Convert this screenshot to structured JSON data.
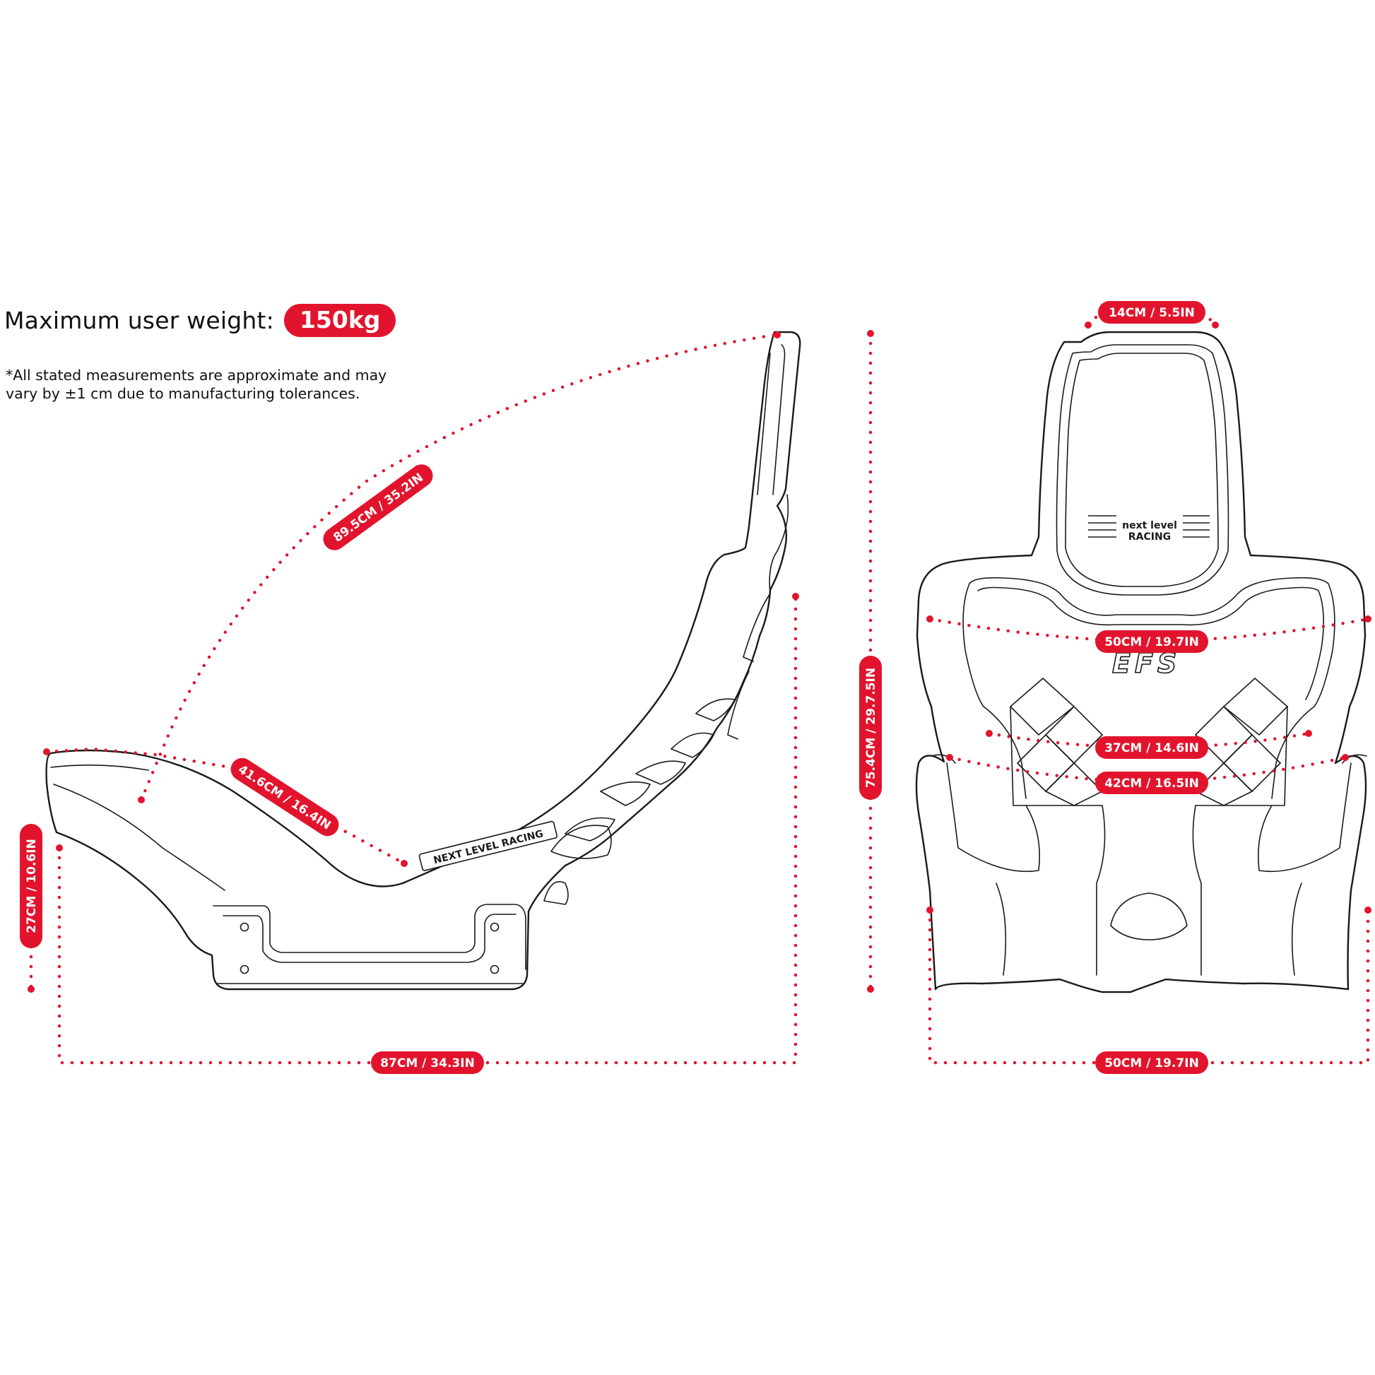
{
  "weight": {
    "label": "Maximum user weight:",
    "value": "150kg"
  },
  "note": "*All stated measurements are approximate and may vary by ±1 cm due to manufacturing tolerances.",
  "colors": {
    "accent": "#e2142d",
    "outline": "#1a1a1a"
  },
  "brand": {
    "seat_logo": "NEXT LEVEL RACING",
    "back_logo_top": "next level",
    "back_logo_bottom": "RACING",
    "model": "EFS"
  },
  "side_view": {
    "diagonal_length": "89.5CM / 35.2IN",
    "seat_depth": "41.6CM / 16.4IN",
    "base_height": "27CM / 10.6IN",
    "total_length": "87CM / 34.3IN"
  },
  "front_view": {
    "headrest_width": "14CM / 5.5IN",
    "shoulder_width": "50CM / 19.7IN",
    "total_height": "75.4CM / 29.7.5IN",
    "waist_width": "37CM / 14.6IN",
    "hip_width": "42CM / 16.5IN",
    "base_width": "50CM / 19.7IN"
  }
}
